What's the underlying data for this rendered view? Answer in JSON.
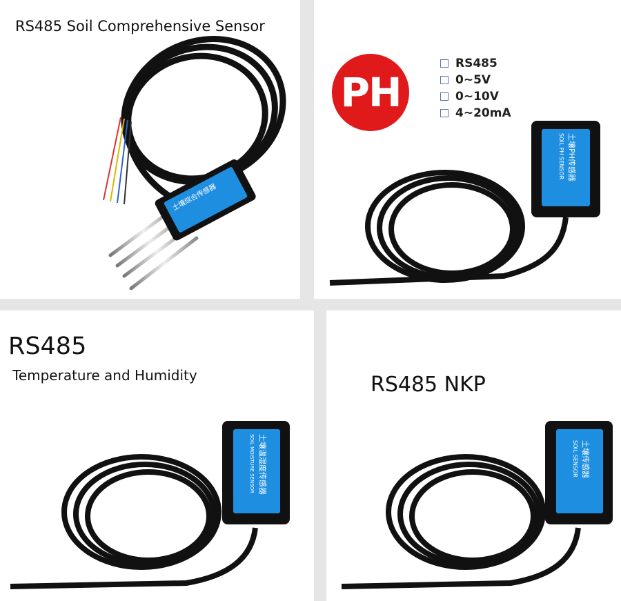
{
  "panels": [
    {
      "title": "RS485 Soil Comprehensive Sensor",
      "label_text": "土壤综合传感器"
    },
    {
      "badge": "PH",
      "options": [
        "RS485",
        "0~5V",
        "0~10V",
        "4~20mA"
      ],
      "label_text": "土壤PH传感器",
      "label_sub": "SOIL PH SENSOR"
    },
    {
      "title": "RS485",
      "subtitle": "Temperature and Humidity",
      "label_text": "土壤温湿度传感器",
      "label_sub": "SOIL MOISTURE SENSOR"
    },
    {
      "title": "RS485 NKP",
      "label_text": "土壤传感器",
      "label_sub": "SOIL SENSOR"
    }
  ],
  "colors": {
    "badge": "#e0191b",
    "label_blue": "#1e8fe0",
    "housing": "#111111",
    "gutter": "#e6e6e6"
  }
}
